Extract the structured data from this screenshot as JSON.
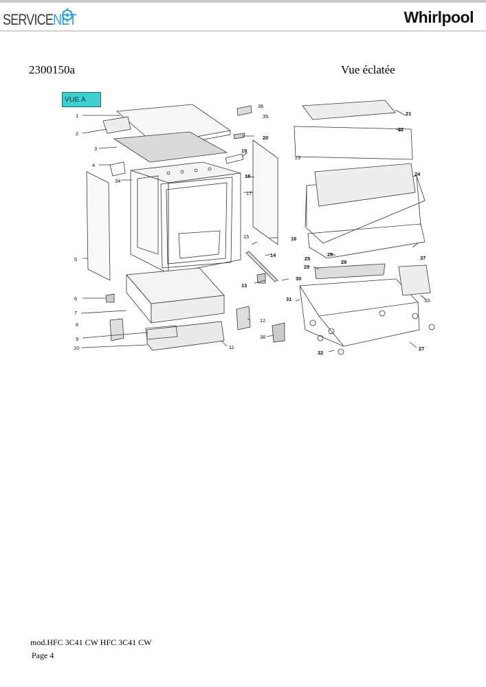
{
  "header": {
    "brand_left_part1": "SERVICE",
    "brand_left_part2": "NET",
    "brand_right": "Whirlpool"
  },
  "document": {
    "code": "2300150a",
    "view_title": "Vue éclatée",
    "view_badge": "VUE A"
  },
  "diagram": {
    "part_numbers": [
      "1",
      "2",
      "3",
      "4",
      "5",
      "6",
      "7",
      "8",
      "9",
      "10",
      "11",
      "12",
      "13",
      "14",
      "15",
      "16",
      "17",
      "18",
      "19",
      "20",
      "21",
      "22",
      "23",
      "24",
      "25",
      "26",
      "27",
      "28",
      "29",
      "30",
      "31",
      "32",
      "33",
      "34",
      "35",
      "36",
      "37",
      "38"
    ]
  },
  "footer": {
    "model": "mod.HFC 3C41 CW HFC 3C41 CW",
    "page": "Page 4"
  },
  "colors": {
    "accent_badge": "#3fcfcf",
    "brand_blue": "#2aa0d6"
  }
}
